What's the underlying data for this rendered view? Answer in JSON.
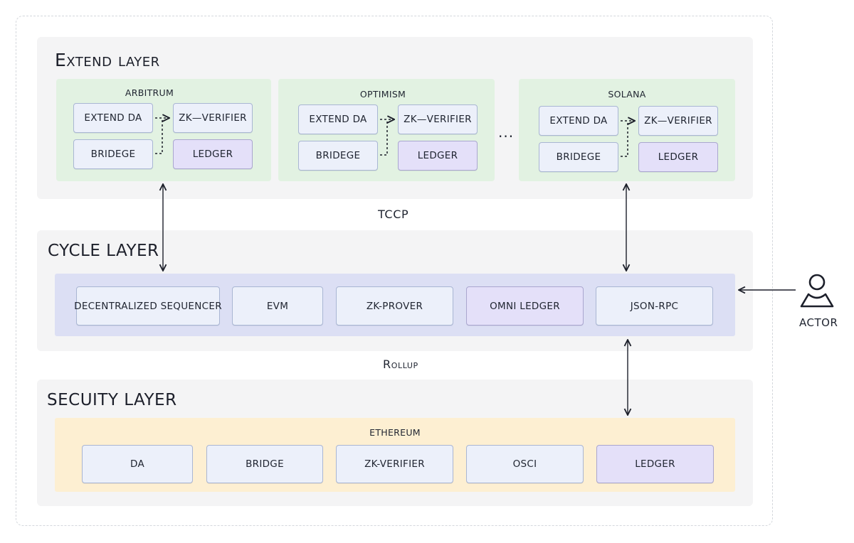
{
  "extend_layer": {
    "title": "Extend layer",
    "chains": [
      {
        "name": "ARBITRUM",
        "boxes": {
          "extend_da": "EXTEND DA",
          "zk_verifier": "ZK—VERIFIER",
          "bridge": "BRIDEGE",
          "ledger": "LEDGER"
        }
      },
      {
        "name": "OPTIMISM",
        "boxes": {
          "extend_da": "EXTEND DA",
          "zk_verifier": "ZK—VERIFIER",
          "bridge": "BRIDEGE",
          "ledger": "LEDGER"
        }
      },
      {
        "name": "SOLANA",
        "boxes": {
          "extend_da": "EXTEND DA",
          "zk_verifier": "ZK—VERIFIER",
          "bridge": "BRIDEGE",
          "ledger": "LEDGER"
        }
      }
    ],
    "ellipsis": "..."
  },
  "tccp_label": "TCCP",
  "cycle_layer": {
    "title": "CYCLE LAYER",
    "components": [
      "DECENTRALIZED SEQUENCER",
      "EVM",
      "ZK-PROVER",
      "OMNI LEDGER",
      "JSON-RPC"
    ]
  },
  "rollup_label": "Rollup",
  "security_layer": {
    "title": "SECUITY LAYER",
    "band_title": "ETHEREUM",
    "components": [
      "DA",
      "BRIDGE",
      "ZK-VERIFIER",
      "OSCI",
      "LEDGER"
    ]
  },
  "actor": {
    "label": "ACTOR",
    "icon": "person-icon"
  },
  "colors": {
    "layer_bg": "#f4f4f5",
    "chain_bg": "#e2f2e2",
    "cycle_band": "#dcdff4",
    "security_band": "#fdefd2",
    "box_blue": "#ecf0fa",
    "box_purple": "#e4e0f9"
  }
}
